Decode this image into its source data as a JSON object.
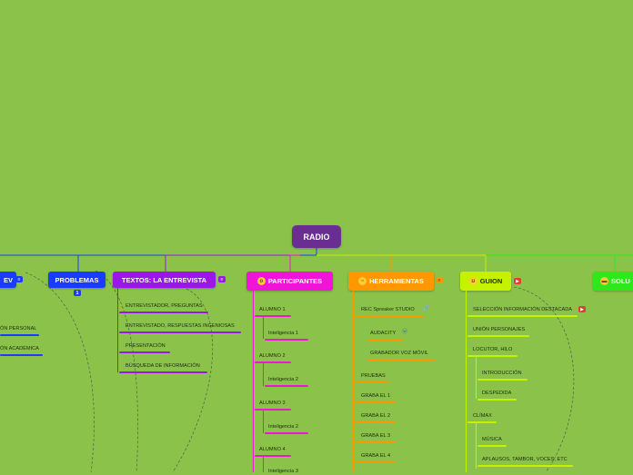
{
  "colors": {
    "background": "#8bc34a",
    "root": "#6a2d91",
    "blue": "#1a3cff",
    "purple": "#9a17e8",
    "magenta": "#f013d8",
    "orange": "#ff9800",
    "lime": "#c6f200",
    "green": "#2ee81c"
  },
  "root": {
    "label": "RADIO"
  },
  "branches": {
    "cv": {
      "label": "EV",
      "icon": "notes-icon"
    },
    "problemas": {
      "label": "PROBLEMAS",
      "badge": "1"
    },
    "textos": {
      "label": "TEXTOS: LA ENTREVISTA",
      "icon": "notes-icon"
    },
    "participantes": {
      "label": "PARTICIPANTES",
      "emoji": "surprised-face-icon"
    },
    "herramientas": {
      "label": "HERRAMIENTAS",
      "emoji": "smiling-face-icon",
      "icon": "notes-icon"
    },
    "guion": {
      "label": "GUION",
      "emoji": "grimacing-face-icon",
      "icon": "youtube-icon"
    },
    "soluciones": {
      "label": "SOLU",
      "emoji": "sunglasses-face-icon"
    }
  },
  "leaves": {
    "cv": [
      "ÓN PERSONAL",
      "ÓN ACADÉMICA"
    ],
    "textos": [
      "ENTREVISTADOR, PREGUNTAS",
      "ENTREVISTADO, RESPUESTAS INGENIOSAS",
      "PRESENTACIÓN",
      "BÚSQUEDA DE INFORMACIÓN"
    ],
    "participantes": [
      "ALUMNO 1",
      "Inteligencia 1",
      "ALUMNO 2",
      "Inteligencia 2",
      "ALUMNO 3",
      "Inteligencia 2",
      "ALUMNO 4",
      "Inteligencia 3"
    ],
    "herramientas": [
      "REC Spreaker STUDIO",
      "AUDACITY",
      "GRABADOR VOZ MÓVIL",
      "PRUEBAS",
      "GRABA EL 1",
      "GRABA EL 2",
      "GRABA EL 3",
      "GRABA EL 4"
    ],
    "guion": [
      "SELECCIÓN INFORMACIÓN DESTACADA",
      "UNIÓN PERSONAJES",
      "LOCUTOR, HILO",
      "INTRODUCCIÓN",
      "DESPEDIDA",
      "CLÍMAX",
      "MÚSICA",
      "APLAUSOS, TAMBOR, VOCES, ETC"
    ]
  }
}
